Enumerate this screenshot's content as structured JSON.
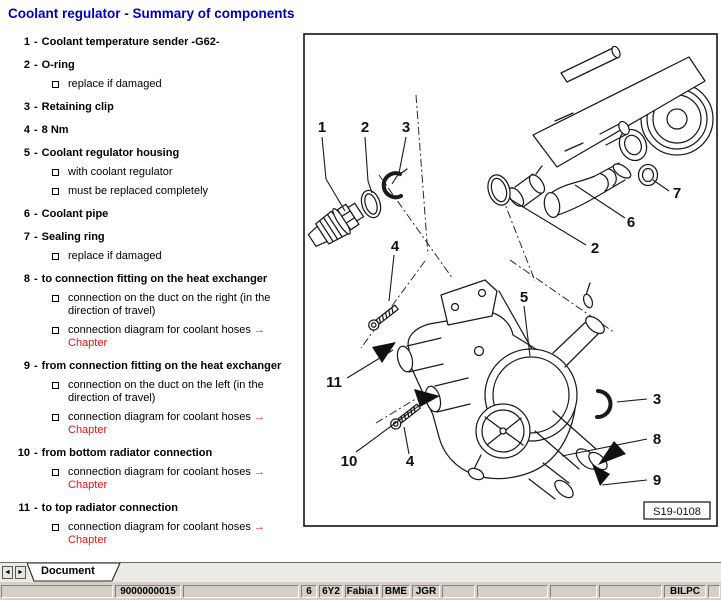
{
  "title": "Coolant regulator - Summary of components",
  "colors": {
    "title_blue": "#0000bb",
    "link_red": "#ee1111",
    "statusbar_gray": "#d4d0c8"
  },
  "list": {
    "link_arrow": "→",
    "items": [
      {
        "num": "1",
        "label": "Coolant temperature sender -G62-",
        "subs": []
      },
      {
        "num": "2",
        "label": "O-ring",
        "subs": [
          {
            "text": "replace if damaged"
          }
        ]
      },
      {
        "num": "3",
        "label": "Retaining clip",
        "subs": []
      },
      {
        "num": "4",
        "label": "8 Nm",
        "subs": []
      },
      {
        "num": "5",
        "label": "Coolant regulator housing",
        "subs": [
          {
            "text": "with coolant regulator"
          },
          {
            "text": "must be replaced completely"
          }
        ]
      },
      {
        "num": "6",
        "label": "Coolant pipe",
        "subs": []
      },
      {
        "num": "7",
        "label": "Sealing ring",
        "subs": [
          {
            "text": "replace if damaged"
          }
        ]
      },
      {
        "num": "8",
        "label": "to connection fitting on the heat exchanger",
        "subs": [
          {
            "text": "connection on the duct on the right (in the direction of travel)"
          },
          {
            "text": "connection diagram for coolant hoses",
            "link": "Chapter"
          }
        ]
      },
      {
        "num": "9",
        "label": "from connection fitting on the heat exchanger",
        "subs": [
          {
            "text": "connection on the duct on the left (in the direction of travel)"
          },
          {
            "text": "connection diagram for coolant hoses",
            "link": "Chapter"
          }
        ]
      },
      {
        "num": "10",
        "label": "from bottom radiator connection",
        "subs": [
          {
            "text": "connection diagram for coolant hoses",
            "link": "Chapter"
          }
        ]
      },
      {
        "num": "11",
        "label": "to top radiator connection",
        "subs": [
          {
            "text": "connection diagram for coolant hoses",
            "link": "Chapter"
          }
        ]
      }
    ]
  },
  "diagram": {
    "code": "S19-0108",
    "callouts": [
      "1",
      "2",
      "3",
      "4",
      "5",
      "6",
      "7",
      "8",
      "9",
      "10",
      "11"
    ]
  },
  "tabbar": {
    "prev_icon": "◄",
    "next_icon": "►",
    "tab_label": "Document"
  },
  "statusbar": {
    "cells": [
      "",
      "9000000015",
      "",
      "6",
      "6Y2",
      "Fabia I",
      "BME",
      "JGR",
      "",
      "",
      "",
      "",
      "BILPC",
      ""
    ]
  }
}
